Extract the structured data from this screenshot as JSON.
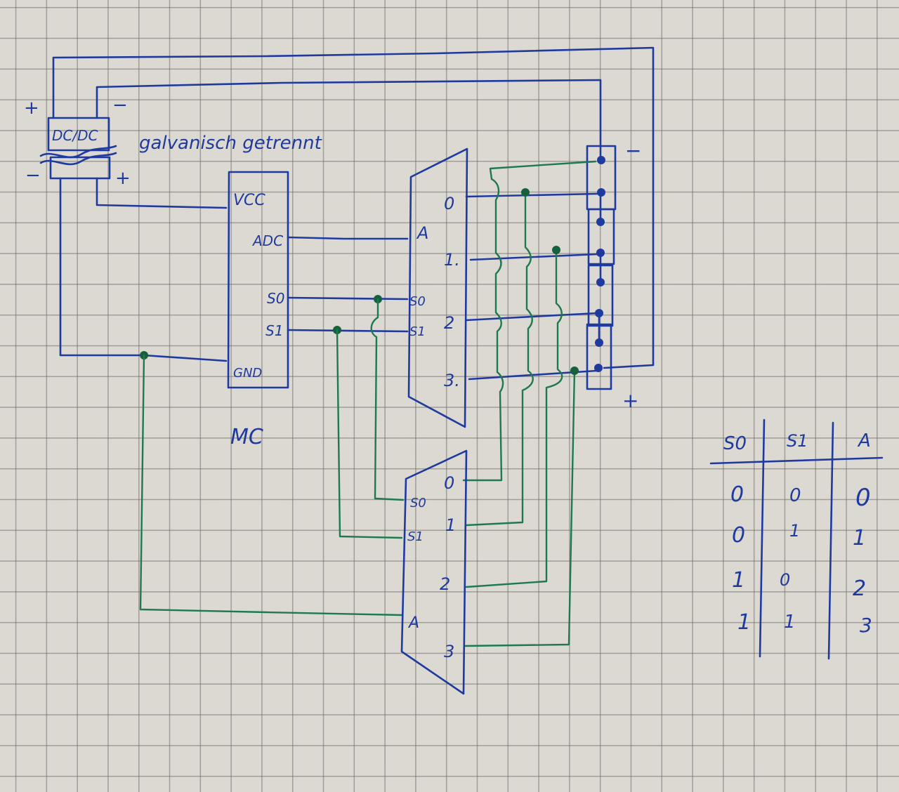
{
  "diagram": {
    "dcdc": {
      "label": "DC/DC",
      "note": "galvanisch getrennt",
      "in_plus": "+",
      "in_minus": "−",
      "out_plus": "+",
      "out_minus": "−"
    },
    "mc": {
      "label": "MC",
      "pins": {
        "vcc": "VCC",
        "adc": "ADC",
        "s0": "S0",
        "s1": "S1",
        "gnd": "GND"
      }
    },
    "mux_top": {
      "in_label": "A",
      "s0": "S0",
      "s1": "S1",
      "outputs": [
        "0",
        "1.",
        "2",
        "3."
      ]
    },
    "mux_bottom": {
      "in_label": "A",
      "s0": "S0",
      "s1": "S1",
      "outputs": [
        "0",
        "1",
        "2",
        "3"
      ]
    },
    "cell_stack": {
      "minus": "−",
      "plus": "+",
      "cells": 4
    },
    "colors": {
      "ink_blue": "#1f3a9e",
      "ink_green": "#1e7a4e",
      "paper": "#dcd9d3"
    }
  },
  "truth_table": {
    "headers": [
      "S0",
      "S1",
      "A"
    ],
    "rows": [
      [
        "0",
        "0",
        "0"
      ],
      [
        "0",
        "1",
        "1"
      ],
      [
        "1",
        "0",
        "2"
      ],
      [
        "1",
        "1",
        "3"
      ]
    ]
  }
}
